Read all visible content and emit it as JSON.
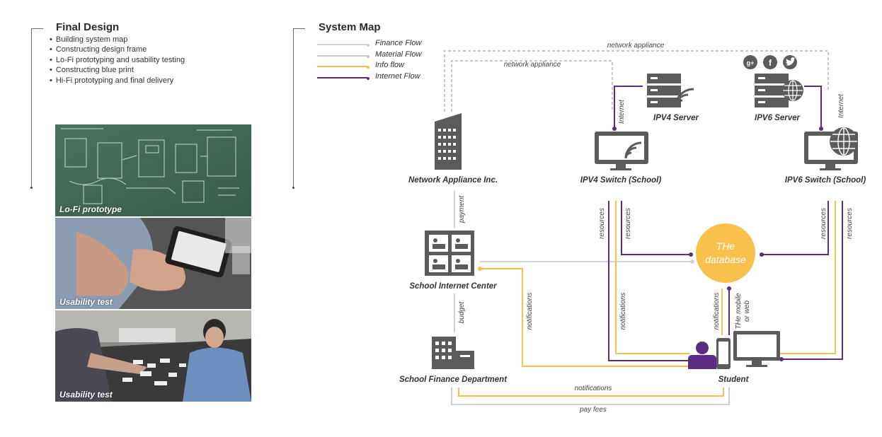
{
  "final_design": {
    "title": "Final Design",
    "steps": [
      "Building system map",
      "Constructing design frame",
      "Lo-Fi prototyping and usability testing",
      "Constructing blue print",
      "Hi-Fi prototyping and final delivery"
    ],
    "photos": [
      {
        "caption": "Lo-Fi prototype"
      },
      {
        "caption": "Usability test"
      },
      {
        "caption": "Usability test"
      }
    ]
  },
  "system_map": {
    "title": "System Map",
    "legend": [
      {
        "label": "Finance Flow",
        "color": "#cfd0df",
        "style": "solid"
      },
      {
        "label": "Material Flow",
        "color": "#c8c8c8",
        "style": "dashed"
      },
      {
        "label": "Info flow",
        "color": "#f7c14c",
        "style": "solid"
      },
      {
        "label": "Internet Flow",
        "color": "#5a2d82",
        "style": "solid"
      }
    ],
    "colors": {
      "finance": "#cfd0df",
      "material": "#c8c8c8",
      "info": "#f7c14c",
      "internet": "#5a2d82",
      "icon": "#5b5b5b",
      "database": "#f7c14c"
    },
    "nodes": {
      "network_appliance": "Network Appliance Inc.",
      "ipv4_server": "IPV4 Server",
      "ipv6_server": "IPV6 Server",
      "ipv4_switch": "IPV4 Switch (School)",
      "ipv6_switch": "IPV6 Switch (School)",
      "internet_center": "School Internet Center",
      "finance_dept": "School Finance Department",
      "student": "Student",
      "database_line1": "THe",
      "database_line2": "database"
    },
    "flows": {
      "network_appliance_outer": "network appliance",
      "network_appliance_inner": "network appliance",
      "internet_ipv4": "Internet",
      "internet_ipv6": "Internet",
      "payment": "payment",
      "budget": "budget",
      "notifications_center": "notifications",
      "resources_ipv4_a": "resources",
      "resources_ipv4_b": "resources",
      "notifications_ipv4": "notifications",
      "resources_ipv6_a": "resources",
      "resources_ipv6_b": "resources",
      "notifications_db": "notifications",
      "mobile_web_line1": "THe mobile",
      "mobile_web_line2": "or web",
      "notifications_bottom": "notifications",
      "pay_fees": "pay fees"
    },
    "icons": [
      "building-icon",
      "server-icon",
      "server-globe-icon",
      "monitor-wifi-icon",
      "monitor-globe-icon",
      "internet-center-icon",
      "finance-building-icon",
      "student-devices-icon",
      "google-plus-icon",
      "facebook-icon",
      "twitter-icon"
    ]
  }
}
